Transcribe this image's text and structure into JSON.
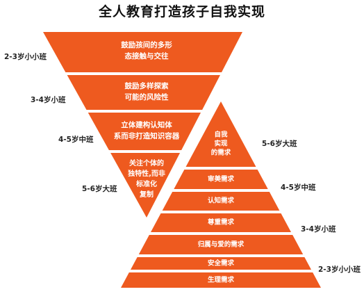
{
  "title": "全人教育打造孩子自我实现",
  "colors": {
    "primary": "#EE5A1F",
    "text_on_primary": "#ffffff",
    "label": "#222222"
  },
  "inverted_pyramid": {
    "items": [
      {
        "lines": [
          "鼓励孩间的多形",
          "态接触与交往"
        ],
        "age": "2-3岁小小班"
      },
      {
        "lines": [
          "鼓励多样探索",
          "可能的风险性"
        ],
        "age": "3-4岁小班"
      },
      {
        "lines": [
          "立体建构认知体",
          "系而非打造知识容器"
        ],
        "age": "4-5岁中班"
      },
      {
        "lines": [
          "关注个体的",
          "独特性,而非",
          "标准化",
          "复制"
        ],
        "age": "5-6岁大班"
      }
    ]
  },
  "pyramid": {
    "items": [
      {
        "lines": [
          "自我",
          "实现",
          "的需求"
        ],
        "age": "5-6岁大班"
      },
      {
        "lines": [
          "审美需求"
        ],
        "age": "4-5岁中班"
      },
      {
        "lines": [
          "认知需求"
        ],
        "age": ""
      },
      {
        "lines": [
          "尊重需求"
        ],
        "age": "3-4岁小班"
      },
      {
        "lines": [
          "归属与爱的需求"
        ],
        "age": ""
      },
      {
        "lines": [
          "安全需求"
        ],
        "age": ""
      },
      {
        "lines": [
          "生理需求"
        ],
        "age": "2-3岁小小班"
      }
    ]
  }
}
